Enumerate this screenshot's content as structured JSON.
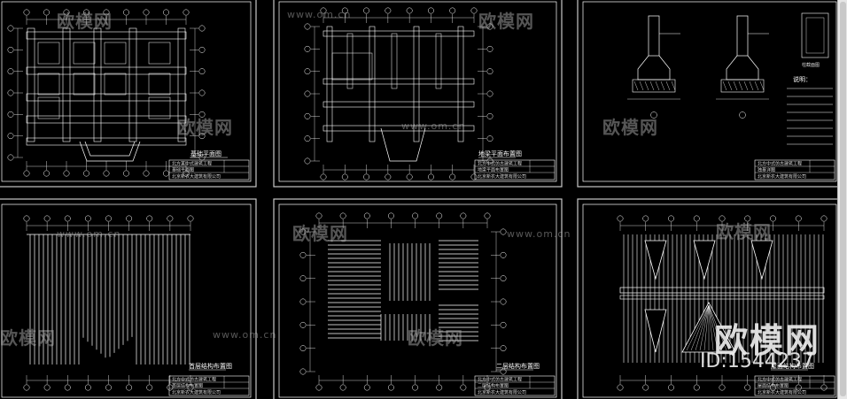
{
  "sheets": [
    {
      "title": "基础平面图",
      "project": "北方某中式建筑工程",
      "company": "北京新农大建筑有限公司"
    },
    {
      "title": "地梁平面布置图",
      "project": "北方中式仿古建筑工程",
      "company": "北京新农大建筑有限公司"
    },
    {
      "title": "独基详图",
      "project": "北方中式仿古建筑工程",
      "company": "北京新农大建筑有限公司"
    },
    {
      "title": "首层结构布置图",
      "project": "北方中式仿古建筑工程",
      "company": "北京新农大建筑有限公司"
    },
    {
      "title": "二层结构布置图",
      "project": "北方中式仿古建筑工程",
      "company": "北京新农大建筑有限公司"
    },
    {
      "title": "屋面结构布置图",
      "project": "北方中式仿古建筑工程",
      "company": "北京新农大建筑有限公司"
    }
  ],
  "notes_title": "说明：",
  "detail_label": "柱截面图",
  "watermark": {
    "brand": "欧模网",
    "url": "www.om.cn",
    "id": "ID:1544237"
  },
  "colors": {
    "background": "#000000",
    "line": "#ffffff",
    "border": "#c8c8c8"
  }
}
